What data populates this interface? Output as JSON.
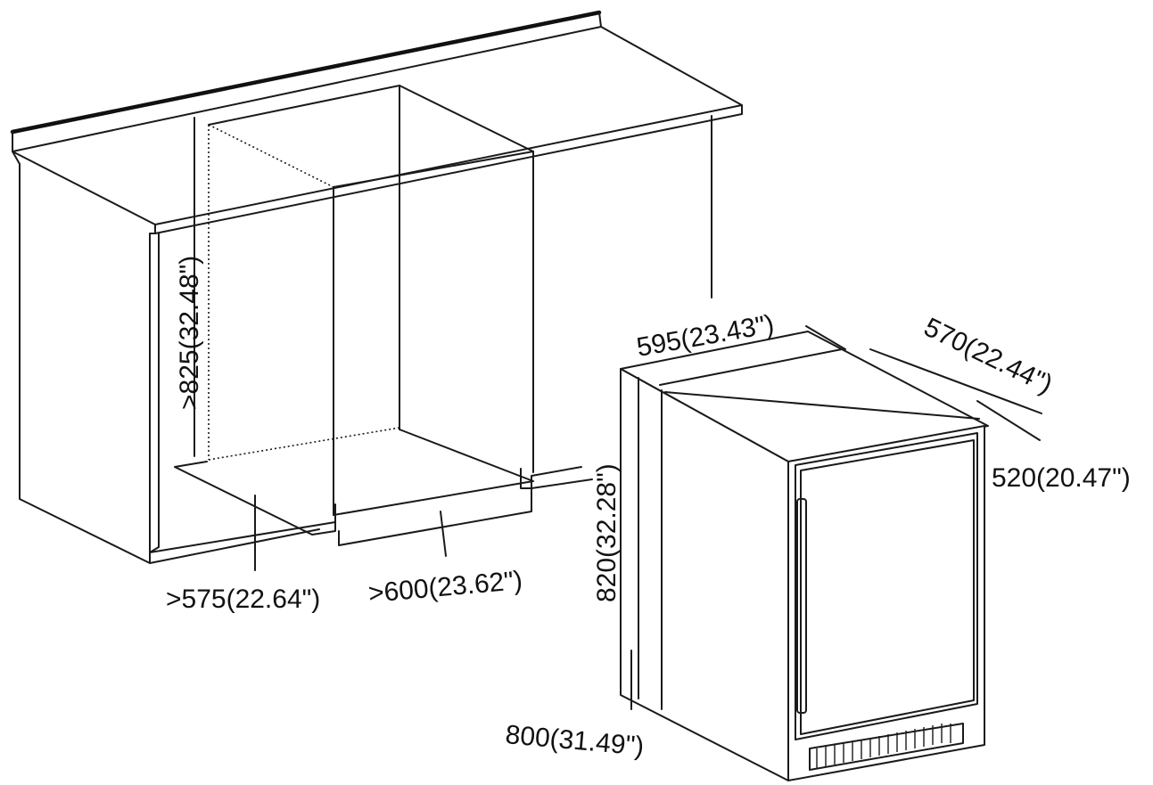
{
  "dimensions": {
    "cutout_height": ">825(32.48\")",
    "cutout_depth": ">575(22.64\")",
    "cutout_width": ">600(23.62\")",
    "unit_width": "595(23.43\")",
    "unit_depth_total": "570(22.44\")",
    "unit_depth_body": "520(20.47\")",
    "unit_height_max": "820(32.28\")",
    "unit_height_min": "800(31.49\")"
  }
}
